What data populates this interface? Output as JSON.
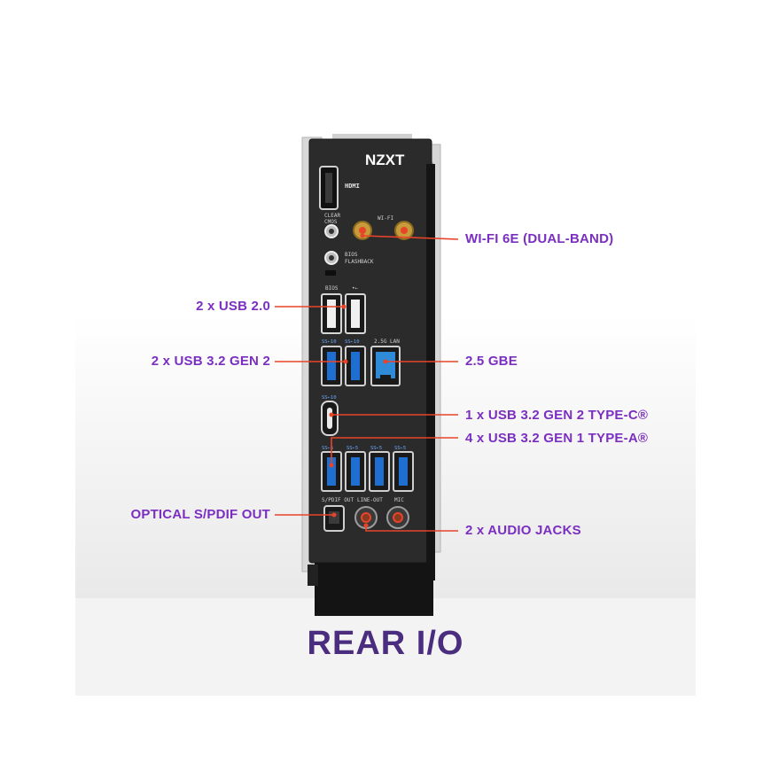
{
  "brand": "NZXT",
  "title": "REAR I/O",
  "colors": {
    "accent_purple": "#7b2fc1",
    "title_purple": "#4b2d7f",
    "leader_red": "#e8442a",
    "usb3_blue": "#1f6fd1",
    "panel": "#2b2b2b"
  },
  "panel_labels": {
    "hdmi": "HDMI",
    "clear_cmos_1": "CLEAR",
    "clear_cmos_2": "CMOS",
    "wifi": "WI-FI",
    "bios_flashback_1": "BIOS",
    "bios_flashback_2": "FLASHBACK",
    "bios": "BIOS",
    "usb_logo": "•⇠",
    "ss10_a": "SS⇠10",
    "ss10_b": "SS⇠10",
    "lan": "2.5G LAN",
    "ss10_c": "SS⇠10",
    "ss5_a": "SS⇠5",
    "ss5_b": "SS⇠5",
    "ss5_c": "SS⇠5",
    "ss5_d": "SS⇠5",
    "spdif": "S/PDIF OUT",
    "line_out": "LINE-OUT",
    "mic": "MIC"
  },
  "callouts": {
    "wifi": "WI-FI 6E (DUAL-BAND)",
    "usb2": "2 x USB 2.0",
    "usb32g2": "2 x USB 3.2 GEN 2",
    "gbe": "2.5 GBE",
    "typec": "1 x USB 3.2 GEN 2 TYPE-C®",
    "typea": "4 x USB 3.2 GEN 1 TYPE-A®",
    "optical": "OPTICAL S/PDIF OUT",
    "audio": "2 x AUDIO JACKS"
  }
}
